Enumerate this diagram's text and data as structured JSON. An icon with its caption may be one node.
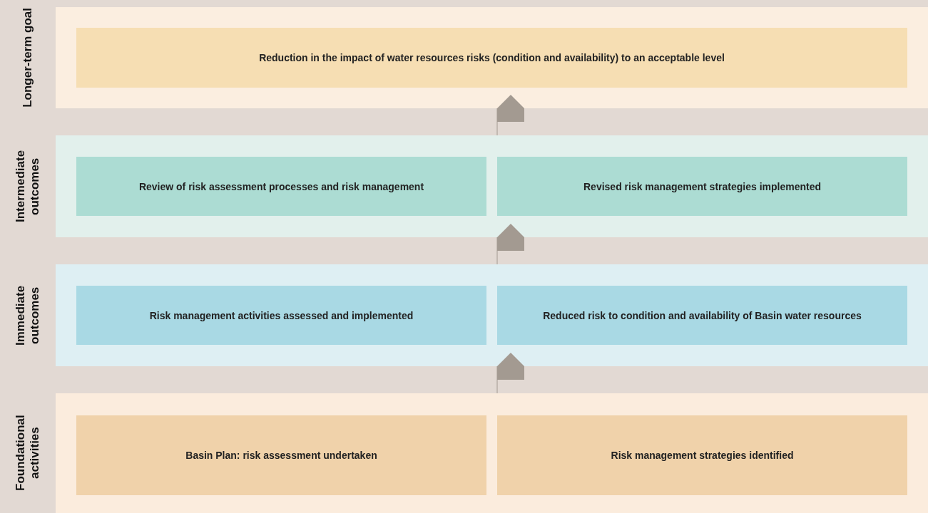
{
  "diagram": {
    "nodes": [
      {
        "text": [
          "Longer-term goal"
        ]
      },
      {
        "text": [
          "Reduction in the impact of water resources risks (condition and availability) to an acceptable level"
        ],
        "in": 0
      },
      {
        "text": [
          "Intermediate outcomes"
        ]
      },
      {
        "text": [
          "Review of risk assessment processes and risk management"
        ],
        "in": 2
      },
      {
        "text": [
          "Revised risk management strategies implemented"
        ],
        "in": 2
      },
      {
        "text": [
          "Immediate outcomes"
        ]
      },
      {
        "text": [
          "Risk management activities assessed and implemented"
        ],
        "in": 5
      },
      {
        "text": [
          "Reduced risk to condition and availability of Basin water resources"
        ],
        "in": 5
      },
      {
        "text": [
          "Foundational activities"
        ]
      },
      {
        "text": [
          "Basin Plan: risk assessment undertaken"
        ],
        "in": 8
      },
      {
        "text": [
          "Risk management strategies identified"
        ],
        "in": 8
      }
    ],
    "edges": [
      {
        "from": 8,
        "to": 5,
        "arrow": "to"
      },
      {
        "from": 5,
        "to": 2,
        "arrow": "to"
      },
      {
        "from": 2,
        "to": 0,
        "arrow": "to"
      }
    ]
  }
}
